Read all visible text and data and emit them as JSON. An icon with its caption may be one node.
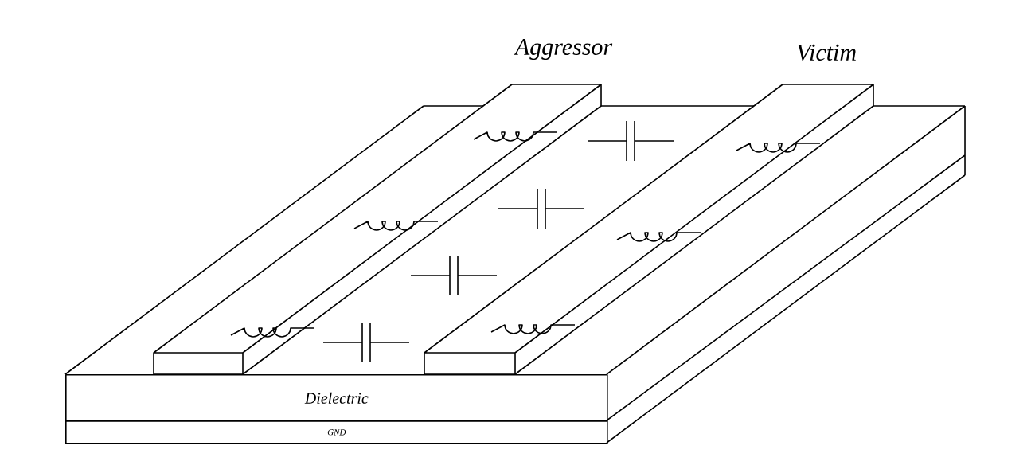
{
  "diagram": {
    "nodes": [
      {
        "text": [
          "Dielectric"
        ]
      },
      {
        "text": [
          "GND"
        ]
      }
    ],
    "labels": [
      "Aggressor",
      "Victim"
    ]
  }
}
